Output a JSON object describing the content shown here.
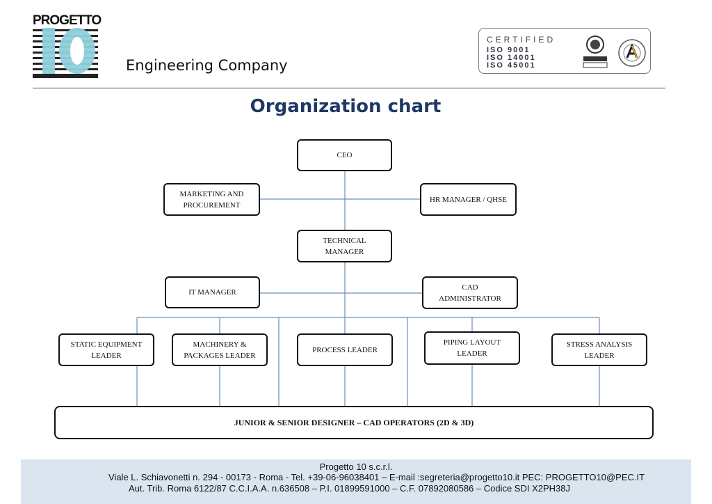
{
  "header": {
    "logo_text": "PROGETTO",
    "logo_number": "10",
    "tagline": "Engineering Company",
    "certification": {
      "title": "CERTIFIED",
      "standards": [
        "ISO 9001",
        "ISO 14001",
        "ISO 45001"
      ],
      "seals": [
        "bureau-veritas-seal-icon",
        "accredia-seal-icon"
      ]
    }
  },
  "title": "Organization chart",
  "org_chart": {
    "nodes": {
      "ceo": "CEO",
      "marketing": "MARKETING AND\nPROCUREMENT",
      "hr": "HR MANAGER / QHSE",
      "technical": "TECHNICAL\nMANAGER",
      "it": "IT MANAGER",
      "cad_admin": "CAD\nADMINISTRATOR",
      "static": "STATIC EQUIPMENT\nLEADER",
      "machinery": "MACHINERY &\nPACKAGES LEADER",
      "process": "PROCESS LEADER",
      "piping": "PIPING LAYOUT\nLEADER",
      "stress": "STRESS ANALYSIS\nLEADER",
      "designers": "JUNIOR & SENIOR DESIGNER – CAD OPERATORS (2D & 3D)"
    },
    "edges": [
      [
        "ceo",
        "marketing"
      ],
      [
        "ceo",
        "hr"
      ],
      [
        "ceo",
        "technical"
      ],
      [
        "technical",
        "it"
      ],
      [
        "technical",
        "cad_admin"
      ],
      [
        "technical",
        "static"
      ],
      [
        "technical",
        "machinery"
      ],
      [
        "technical",
        "process"
      ],
      [
        "technical",
        "piping"
      ],
      [
        "technical",
        "stress"
      ],
      [
        "static",
        "designers"
      ],
      [
        "machinery",
        "designers"
      ],
      [
        "process",
        "designers"
      ],
      [
        "piping",
        "designers"
      ],
      [
        "stress",
        "designers"
      ]
    ]
  },
  "footer": {
    "company": "Progetto 10 s.c.r.l.",
    "address_line": "Viale L. Schiavonetti n. 294 - 00173 - Roma - Tel. +39-06-96038401 – E-mail :segreteria@progetto10.it PEC: PROGETTO10@PEC.IT",
    "registry_line": "Aut. Trib. Roma 6122/87 C.C.I.A.A. n.636508 – P.I. 01899591000 – C.F. 07892080586 – Codice SDI X2PH38J"
  },
  "colors": {
    "title": "#1f3864",
    "connector": "#6b8fb8",
    "footer_bg": "#dbe5f0",
    "logo_accent": "#8fd0dc"
  }
}
